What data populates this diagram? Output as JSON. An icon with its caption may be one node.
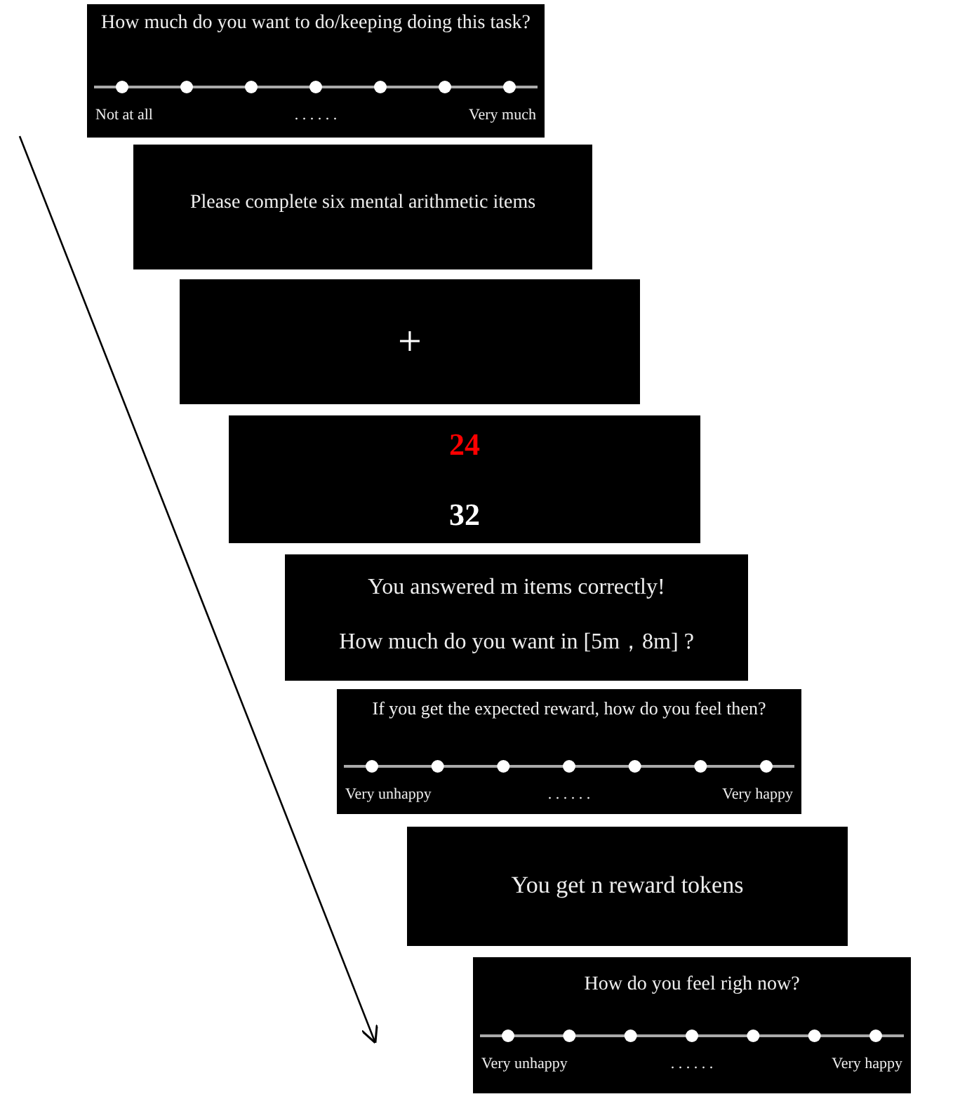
{
  "diagram": {
    "nodes": [
      {
        "text": [
          "How much do you want to do/keeping doing this task?",
          "Not at all",
          ". . . . . .",
          "Very much"
        ]
      },
      {
        "text": [
          "Please complete six mental arithmetic items"
        ]
      },
      {
        "text": [
          "+"
        ]
      },
      {
        "text": [
          "24",
          "32"
        ]
      },
      {
        "text": [
          "You answered m items correctly!",
          "How much do you want in [5m，8m] ?"
        ]
      },
      {
        "text": [
          "If you get the expected reward, how do you feel then?",
          "Very unhappy",
          ". . . . . .",
          "Very happy"
        ]
      },
      {
        "text": [
          "You get n reward tokens"
        ]
      },
      {
        "text": [
          "How do you feel righ now?",
          "Very unhappy",
          ". . . . . .",
          "Very happy"
        ]
      }
    ]
  }
}
